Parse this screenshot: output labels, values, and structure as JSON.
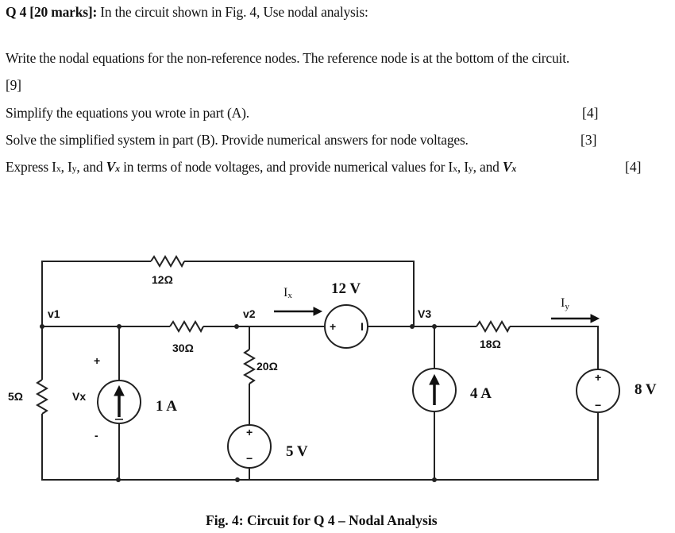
{
  "question": {
    "header_bold": "Q 4 [20 marks]:",
    "header_rest": " In the circuit shown in Fig. 4, Use nodal analysis:",
    "parts": [
      {
        "text": "Write the nodal equations for the non-reference nodes. The reference node is at the bottom of the circuit.",
        "marks": ""
      },
      {
        "text": "[9]",
        "marks": ""
      },
      {
        "text": "Simplify the equations you wrote in part (A).",
        "marks": "[4]"
      },
      {
        "text": "Solve the simplified system in part (B). Provide numerical answers for node voltages.",
        "marks": "[3]"
      },
      {
        "text_pre": "Express I",
        "text_sub1": "x",
        "text_mid1": ", I",
        "text_sub2": "y",
        "text_mid2": ", and ",
        "text_vx": "V",
        "text_vx_sub": "x",
        "text_mid3": " in terms of node voltages, and provide numerical values for I",
        "text_sub3": "x",
        "text_mid4": ", I",
        "text_sub4": "y",
        "text_mid5": ", and ",
        "text_vx2": "V",
        "text_vx2_sub": "x",
        "marks": "[4]"
      }
    ]
  },
  "circuit": {
    "nodes": {
      "v1": "v1",
      "v2": "v2",
      "v3": "V3"
    },
    "resistors": {
      "r12": "12Ω",
      "r30": "30Ω",
      "r20": "20Ω",
      "r18": "18Ω",
      "r5": "5Ω"
    },
    "sources": {
      "current_1a": "1 A",
      "current_4a": "4 A",
      "voltage_12v": "12 V",
      "voltage_5v": "5 V",
      "voltage_8v": "8 V"
    },
    "currents": {
      "ix_main": "I",
      "ix_sub": "x",
      "iy_main": "I",
      "iy_sub": "y"
    },
    "vx": {
      "label": "Vx",
      "plus": "+",
      "minus": "-"
    },
    "polarity": {
      "plus": "+",
      "minus": "−",
      "minus_bar": "I"
    }
  },
  "caption": "Fig. 4: Circuit for Q 4 – Nodal Analysis"
}
